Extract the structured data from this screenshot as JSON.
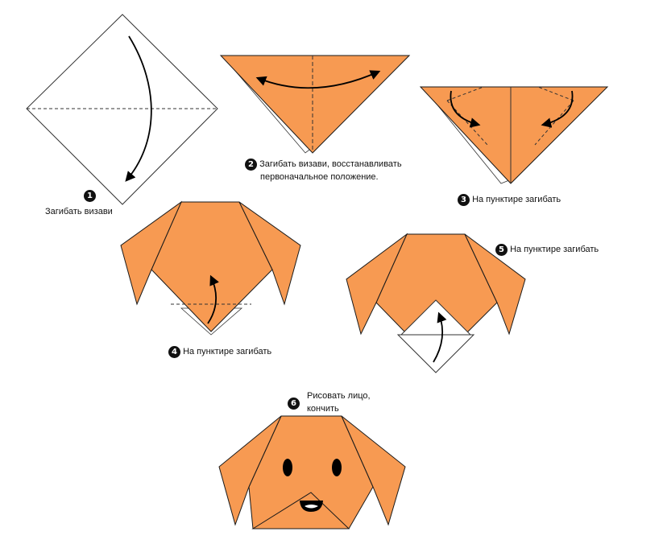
{
  "colors": {
    "paper": "#F79A52",
    "paper_stroke": "#1a1a1a",
    "white_paper": "#ffffff",
    "eyes": "#000000"
  },
  "steps": [
    {
      "num": "1",
      "text": "Загибать визави"
    },
    {
      "num": "2",
      "text_line1": "Загибать визави, восстанавливать",
      "text_line2": "первоначальное положение."
    },
    {
      "num": "3",
      "text": "На пунктире загибать"
    },
    {
      "num": "4",
      "text": "На пунктире загибать"
    },
    {
      "num": "5",
      "text": "На пунктире загибать"
    },
    {
      "num": "6",
      "text_line1": "Рисовать лицо,",
      "text_line2": "кончить"
    }
  ]
}
